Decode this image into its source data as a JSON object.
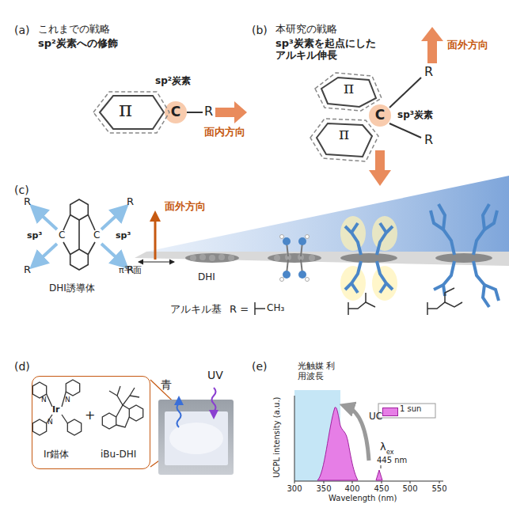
{
  "diagram": {
    "nodes": [
      {
        "text": [
          "C"
        ]
      },
      {
        "text": [
          "C"
        ]
      },
      {
        "text": [
          "Ir錯体",
          "+",
          "iBu-DHI"
        ]
      },
      {
        "text": [
          "光触媒 利用波長"
        ]
      }
    ],
    "labels": [
      "(a)",
      "これまでの戦略",
      "sp²炭素への修飾",
      "sp²炭素",
      "π",
      "R",
      "面内方向",
      "(b)",
      "本研究の戦略",
      "sp³炭素を起点にした アルキル伸長",
      "面外方向",
      "π",
      "π",
      "R",
      "R",
      "sp³炭素",
      "(c)",
      "sp³",
      "sp³",
      "C",
      "C",
      "R",
      "R",
      "R",
      "R",
      "DHI誘導体",
      "面外方向",
      "π平面",
      "DHI",
      "アルキル基",
      "R =",
      "CH₃",
      "(d)",
      "青",
      "UV",
      "Ir",
      "N",
      "N",
      "N",
      "(e)",
      "UC",
      "λ",
      "ex",
      "445 nm",
      "UCPL intensity (a.u.)",
      "Wavelength (nm)",
      "300",
      "350",
      "400",
      "450",
      "500",
      "550"
    ],
    "legend": [
      {
        "text": "1 sun",
        "color": "#e67ee6"
      }
    ]
  }
}
